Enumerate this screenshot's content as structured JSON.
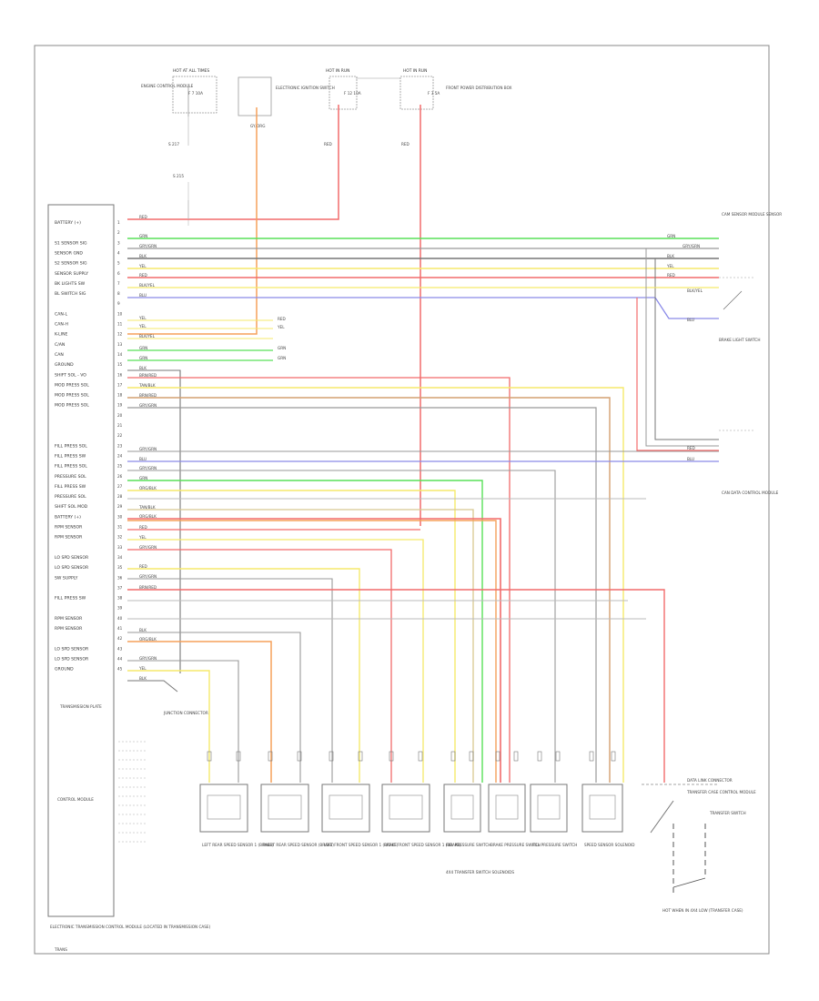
{
  "left_module": {
    "pins": [
      "BATTERY (+)",
      "",
      "S1 SENSOR SIG",
      "SENSOR GND",
      "S2 SENSOR SIG",
      "SENSOR SUPPLY",
      "BK LIGHTS SW",
      "BL SWITCH SIG",
      "",
      "CAN-L",
      "CAN-H",
      "K-LINE",
      "C/AN",
      "CAN",
      "GROUND",
      "SHIFT SOL - VO",
      "MOD PRESS SOL",
      "MOD PRESS SOL",
      "MOD PRESS SOL",
      "",
      "",
      "",
      "FILL PRESS SOL",
      "FILL PRESS SW",
      "FILL PRESS SOL",
      "PRESSURE SOL",
      "FILL PRESS SW",
      "PRESSURE SOL",
      "SHIFT SOL MOD",
      "BATTERY (+)",
      "RPM SENSOR",
      "RPM SENSOR",
      "",
      "LO SPD SENSOR",
      "LO SPD SENSOR",
      "SW SUPPLY",
      "",
      "FILL PRESS SW",
      "",
      "RPM SENSOR",
      "RPM SENSOR",
      "",
      "LO SPD SENSOR",
      "LO SPD SENSOR",
      "GROUND"
    ],
    "pin_numbers": [
      "1",
      "2",
      "3",
      "4",
      "5",
      "6",
      "7",
      "8",
      "9",
      "10",
      "11",
      "12",
      "13",
      "14",
      "15",
      "16",
      "17",
      "18",
      "19",
      "20",
      "21",
      "22",
      "23",
      "24",
      "25",
      "26",
      "27",
      "28",
      "29",
      "30",
      "31",
      "32",
      "33",
      "34",
      "35",
      "36",
      "37",
      "38",
      "39",
      "40",
      "41",
      "42",
      "43",
      "44",
      "45"
    ],
    "plate_label": "TRANSMISSION PLATE",
    "inner_label": "CONTROL MODULE",
    "caption": "ELECTRONIC TRANSMISSION CONTROL MODULE (LOCATED IN TRANSMISSION CASE)"
  },
  "top": {
    "fuse1_title": "HOT AT ALL TIMES",
    "fuse1_desc": "ENGINE CONTROL MODULE",
    "fuse1_label": "F 7 10A",
    "fuse2_desc": "ELECTRONIC IGNITION SWITCH",
    "fuse2_wire": "GY/ORG",
    "fuse3_title": "HOT IN RUN",
    "fuse3_label": "F 12 10A",
    "fuse4_title": "HOT IN RUN",
    "fuse4_label": "F 3 5A",
    "fuse4_desc": "FRONT POWER DISTRIBUTION BOX",
    "splice1": "S 217",
    "splice2": "S 215",
    "red_wire1": "RED",
    "red_wire2": "RED"
  },
  "right": {
    "sensor1_desc": "CAM SENSOR MODULE SENSOR",
    "switch_desc": "BRAKE LIGHT SWITCH",
    "module2_desc": "CAN DATA CONTROL MODULE",
    "conn_desc": "DATA LINK CONNECTOR",
    "wire_a": "BLK/YEL",
    "wire_b": "BLU"
  },
  "wire_colors": {
    "red": "RED",
    "grn": "GRN",
    "gry": "GRY/GRN",
    "blk": "BLK",
    "yel": "YEL",
    "ylwp": "BLK/YEL",
    "blu": "BLU",
    "brn": "BRN/RED",
    "tan": "TAN/BLK",
    "org": "ORG/BLK"
  },
  "components": {
    "c1": "LEFT REAR SPEED SENSOR 1 (BRAKE)",
    "c2": "RIGHT REAR SPEED SENSOR (BRAKE)",
    "c3": "LEFT FRONT SPEED SENSOR 1 (BRAKE)",
    "c4": "RIGHT FRONT SPEED SENSOR 1 (BRAKE)",
    "c5": "FILL PRESSURE SWITCH",
    "c6": "BRAKE PRESSURE SWITCH",
    "c7": "FILL PRESSURE SWITCH",
    "c8": "SPEED SENSOR SOLENOID",
    "c9": "TRANSFER CASE CONTROL MODULE",
    "group_label": "4X4 TRANSFER SWITCH SOLENOIDS",
    "ground_label": "TRANSFER SWITCH",
    "ground_caption": "HOT WHEN IN 4X4 LOW (TRANSFER CASE)"
  },
  "misc": {
    "left_splice": "GROUND",
    "junction": "JUNCTION CONNECTOR",
    "bottom_left_tag": "TRANS"
  }
}
